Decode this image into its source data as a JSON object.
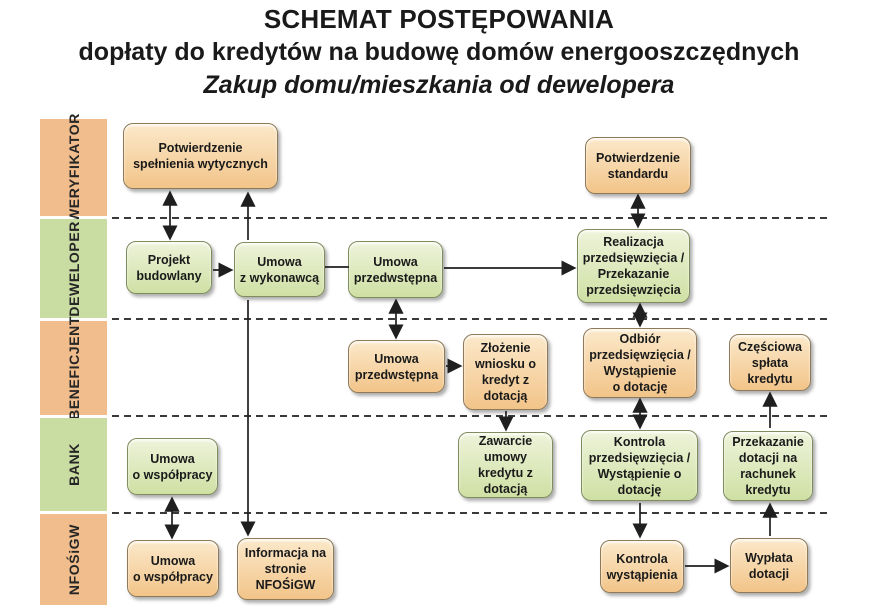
{
  "title": {
    "line1": "SCHEMAT POSTĘPOWANIA",
    "line2": "dopłaty do kredytów na budowę domów energooszczędnych",
    "line3": "Zakup domu/mieszkania od dewelopera"
  },
  "lanes": [
    {
      "label": "WERYFIKATOR",
      "color": "orange"
    },
    {
      "label": "DEWELOPER",
      "color": "green"
    },
    {
      "label": "BENEFICJENT",
      "color": "orange"
    },
    {
      "label": "BANK",
      "color": "green"
    },
    {
      "label": "NFOŚiGW",
      "color": "orange"
    }
  ],
  "nodes": {
    "potwierdzenie_wytycznych": {
      "label": "Potwierdzenie\nspełnienia wytycznych",
      "lane": "WERYFIKATOR",
      "color": "orange"
    },
    "potwierdzenie_standardu": {
      "label": "Potwierdzenie\nstandardu",
      "lane": "WERYFIKATOR",
      "color": "orange"
    },
    "projekt_budowlany": {
      "label": "Projekt\nbudowlany",
      "lane": "DEWELOPER",
      "color": "green"
    },
    "umowa_z_wykonawca": {
      "label": "Umowa\nz wykonawcą",
      "lane": "DEWELOPER",
      "color": "green"
    },
    "umowa_przedwstepna_dew": {
      "label": "Umowa\nprzedwstępna",
      "lane": "DEWELOPER",
      "color": "green"
    },
    "realizacja": {
      "label": "Realizacja\nprzedsięwzięcia /\nPrzekazanie\nprzedsięwzięcia",
      "lane": "DEWELOPER",
      "color": "green"
    },
    "umowa_przedwstepna_ben": {
      "label": "Umowa\nprzedwstępna",
      "lane": "BENEFICJENT",
      "color": "orange"
    },
    "zlozenie_wniosku": {
      "label": "Złożenie\nwniosku o\nkredyt z\ndotacją",
      "lane": "BENEFICJENT",
      "color": "orange"
    },
    "odbior": {
      "label": "Odbiór\nprzedsięwzięcia /\nWystąpienie\no dotację",
      "lane": "BENEFICJENT",
      "color": "orange"
    },
    "czesciowa_splata": {
      "label": "Częściowa\nspłata\nkredytu",
      "lane": "BENEFICJENT",
      "color": "orange"
    },
    "umowa_wspolpracy_bank": {
      "label": "Umowa\no współpracy",
      "lane": "BANK",
      "color": "green"
    },
    "zawarcie_umowy": {
      "label": "Zawarcie\numowy\nkredytu z\ndotacją",
      "lane": "BANK",
      "color": "green"
    },
    "kontrola_przedsiewziecia": {
      "label": "Kontrola\nprzedsięwzięcia /\nWystąpienie o\ndotację",
      "lane": "BANK",
      "color": "green"
    },
    "przekazanie_dotacji": {
      "label": "Przekazanie\ndotacji na\nrachunek\nkredytu",
      "lane": "BANK",
      "color": "green"
    },
    "umowa_wspolpracy_nfosigw": {
      "label": "Umowa\no współpracy",
      "lane": "NFOŚiGW",
      "color": "orange"
    },
    "informacja_nfosigw": {
      "label": "Informacja na\nstronie\nNFOŚiGW",
      "lane": "NFOŚiGW",
      "color": "orange"
    },
    "kontrola_wystapienia": {
      "label": "Kontrola\nwystąpienia",
      "lane": "NFOŚiGW",
      "color": "orange"
    },
    "wyplata_dotacji": {
      "label": "Wypłata\ndotacji",
      "lane": "NFOŚiGW",
      "color": "orange"
    }
  },
  "colors": {
    "lane_orange": "#f2bd8c",
    "lane_green": "#c9dca2",
    "box_orange_top": "#fbe9ca",
    "box_orange_bottom": "#f2c489",
    "box_orange_border": "#8e7a58",
    "box_green_top": "#eef3da",
    "box_green_bottom": "#cfe0a4",
    "box_green_border": "#7e8c5e",
    "arrow": "#1f1f1f",
    "text": "#1a1a1a"
  }
}
